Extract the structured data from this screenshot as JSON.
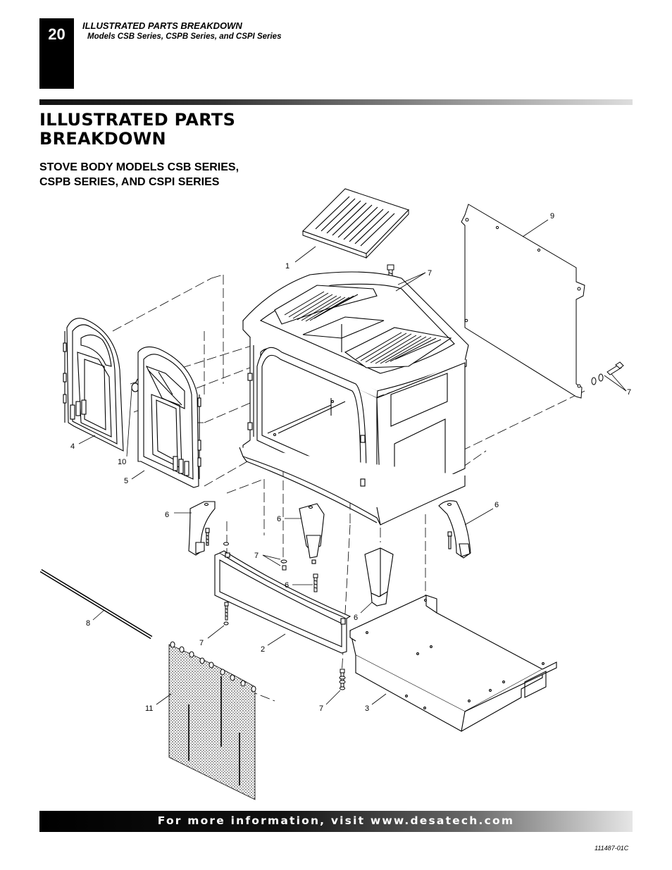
{
  "header": {
    "page_number": "20",
    "section_title": "ILLUSTRATED PARTS BREAKDOWN",
    "models_line": "Models CSB Series, CSPB Series, and CSPI Series"
  },
  "main_title": "ILLUSTRATED PARTS BREAKDOWN",
  "sub_heading": "STOVE BODY MODELS CSB SERIES, CSPB SERIES, AND CSPI SERIES",
  "callouts": [
    "1",
    "9",
    "7",
    "7",
    "4",
    "10",
    "5",
    "6",
    "6",
    "6",
    "7",
    "6",
    "6",
    "8",
    "7",
    "2",
    "11",
    "7",
    "3"
  ],
  "footer": {
    "text": "For more information, visit www.desatech.com",
    "doc_number": "111487-01C"
  },
  "colors": {
    "ink": "#000000",
    "paper": "#ffffff"
  }
}
